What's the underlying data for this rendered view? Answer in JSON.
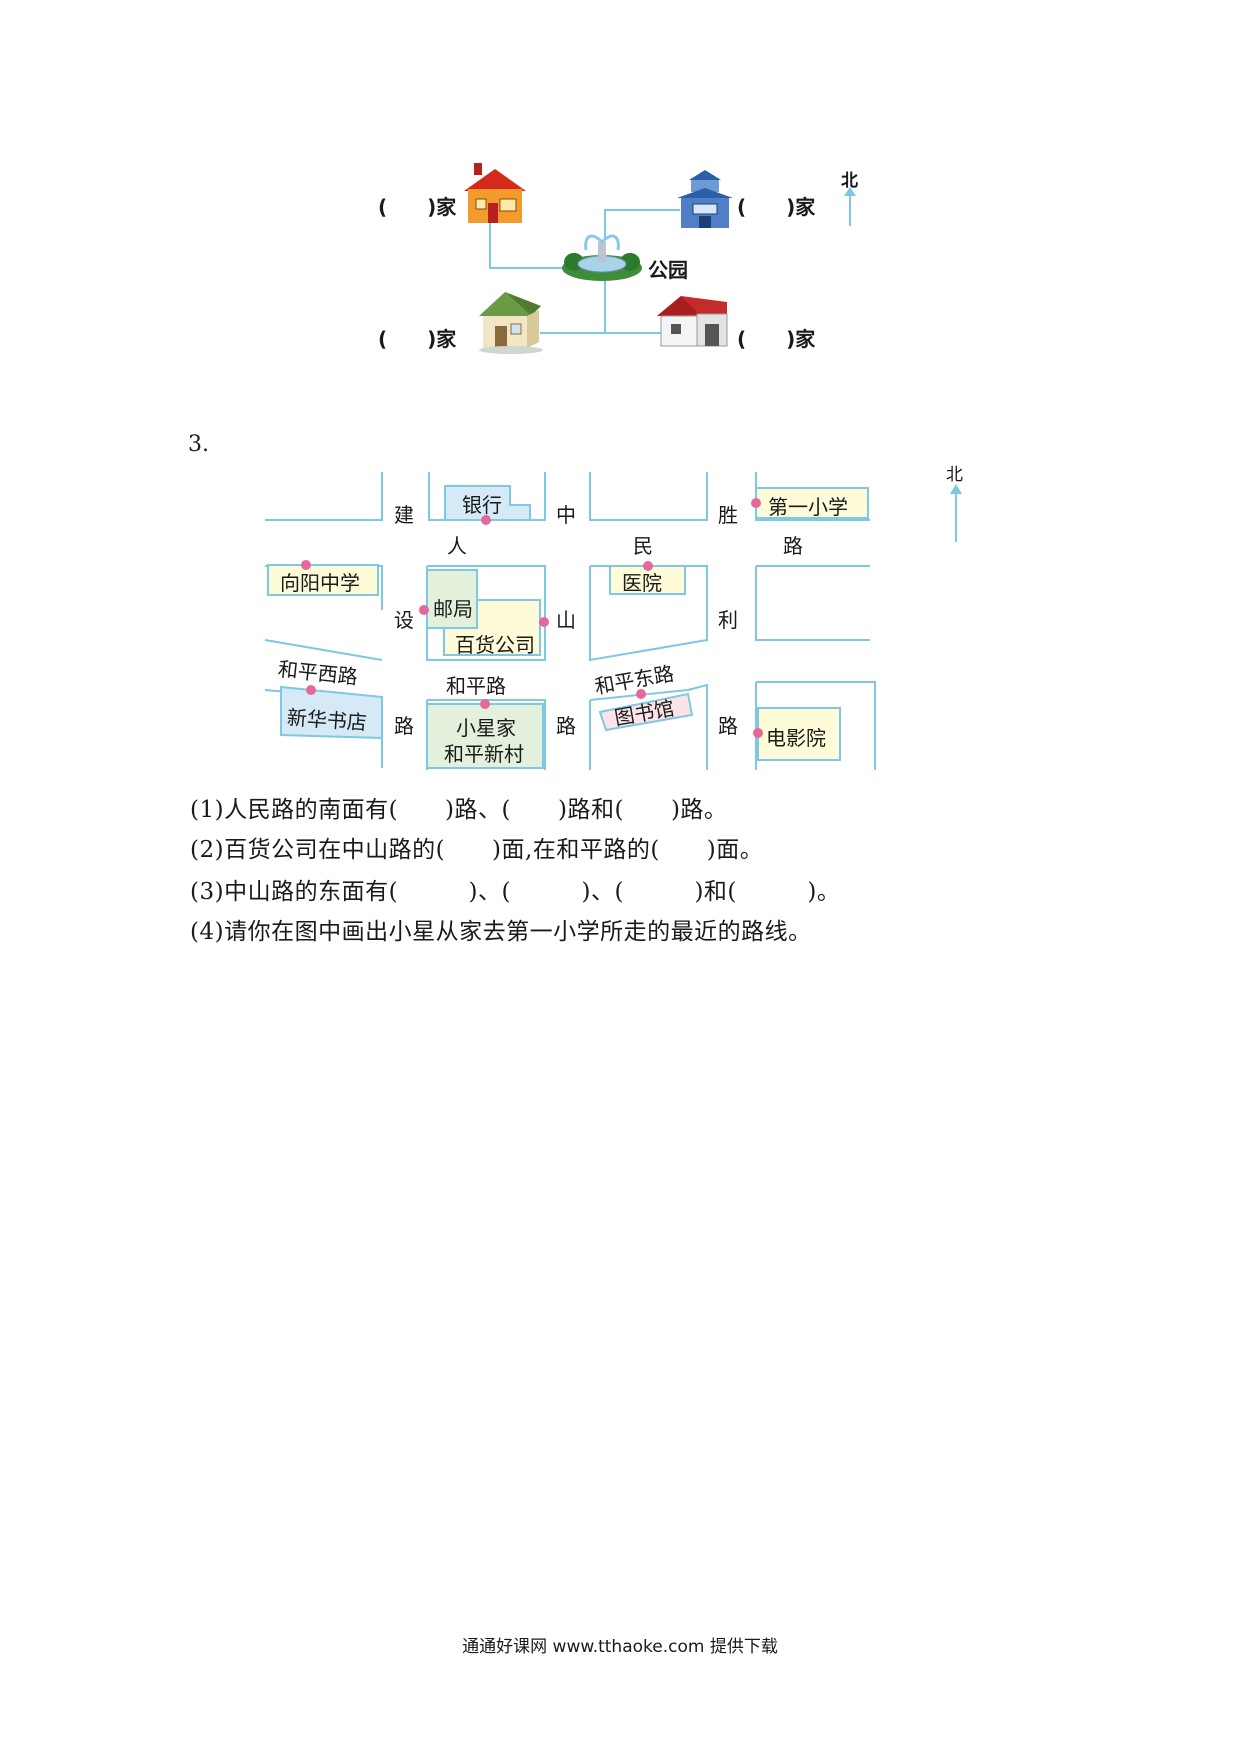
{
  "park_map": {
    "houses": [
      {
        "label": "(　　)家"
      },
      {
        "label": "(　　)家"
      },
      {
        "label": "(　　)家"
      },
      {
        "label": "(　　)家"
      }
    ],
    "park_label": "公园",
    "north_label": "北"
  },
  "question3": {
    "number": "3.",
    "north_label": "北",
    "roads": {
      "jianshe": [
        "建",
        "设",
        "路"
      ],
      "zhongshan": [
        "中",
        "山",
        "路"
      ],
      "shengli": [
        "胜",
        "利",
        "路"
      ],
      "renmin": [
        "人",
        "民"
      ],
      "heping_west": "和平西路",
      "heping": "和平路",
      "heping_east": "和平东路"
    },
    "buildings": {
      "bank": "银行",
      "school1": "第一小学",
      "xiangyang": "向阳中学",
      "post": "邮局",
      "store": "百货公司",
      "hospital": "医院",
      "bookstore": "新华书店",
      "home_line1": "小星家",
      "home_line2": "和平新村",
      "library": "图书馆",
      "cinema": "电影院"
    },
    "questions": [
      "(1)人民路的南面有(　　)路、(　　)路和(　　)路。",
      "(2)百货公司在中山路的(　　)面,在和平路的(　　)面。",
      "(3)中山路的东面有(　　　)、(　　　)、(　　　)和(　　　)。",
      "(4)请你在图中画出小星从家去第一小学所走的最近的路线。"
    ]
  },
  "footer": "通通好课网  www.tthaoke.com  提供下载",
  "colors": {
    "road_line": "#7ec8e3",
    "building_fill": "#fdfbd8",
    "building_border": "#7ec8e3",
    "green_fill": "#e3f1dc",
    "pink_fill": "#fbe3ea",
    "blue_fill": "#d5e9f6",
    "dot": "#e6679a",
    "path_line": "#7ec8e3"
  }
}
